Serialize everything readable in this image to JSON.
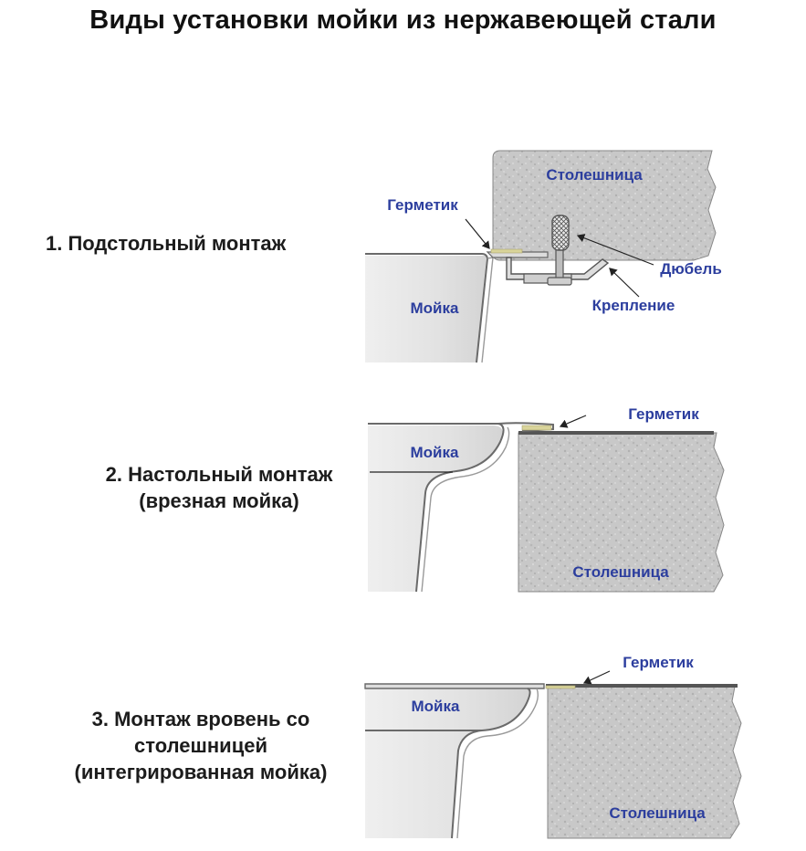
{
  "title": "Виды установки мойки из нержавеющей стали",
  "colors": {
    "label_text": "#2c3e9e",
    "countertop_fill": "#c9c9c9",
    "sink_fill": "#e4e4e4",
    "outline": "#555555",
    "sealant": "#d9d49a"
  },
  "methods": [
    {
      "number_label": "1. Подстольный монтаж",
      "lines": [
        "1. Подстольный монтаж"
      ],
      "sink_label": "Мойка",
      "countertop_label": "Столешница",
      "sealant_label": "Герметик",
      "dowel_label": "Дюбель",
      "fastener_label": "Крепление"
    },
    {
      "number_label": "2. Настольный монтаж (врезная мойка)",
      "lines": [
        "2. Настольный монтаж",
        "(врезная мойка)"
      ],
      "sink_label": "Мойка",
      "countertop_label": "Столешница",
      "sealant_label": "Герметик"
    },
    {
      "number_label": "3. Монтаж вровень со столешницей (интегрированная мойка)",
      "lines": [
        "3. Монтаж вровень со",
        "столешницей",
        "(интегрированная мойка)"
      ],
      "sink_label": "Мойка",
      "countertop_label": "Столешница",
      "sealant_label": "Герметик"
    }
  ]
}
